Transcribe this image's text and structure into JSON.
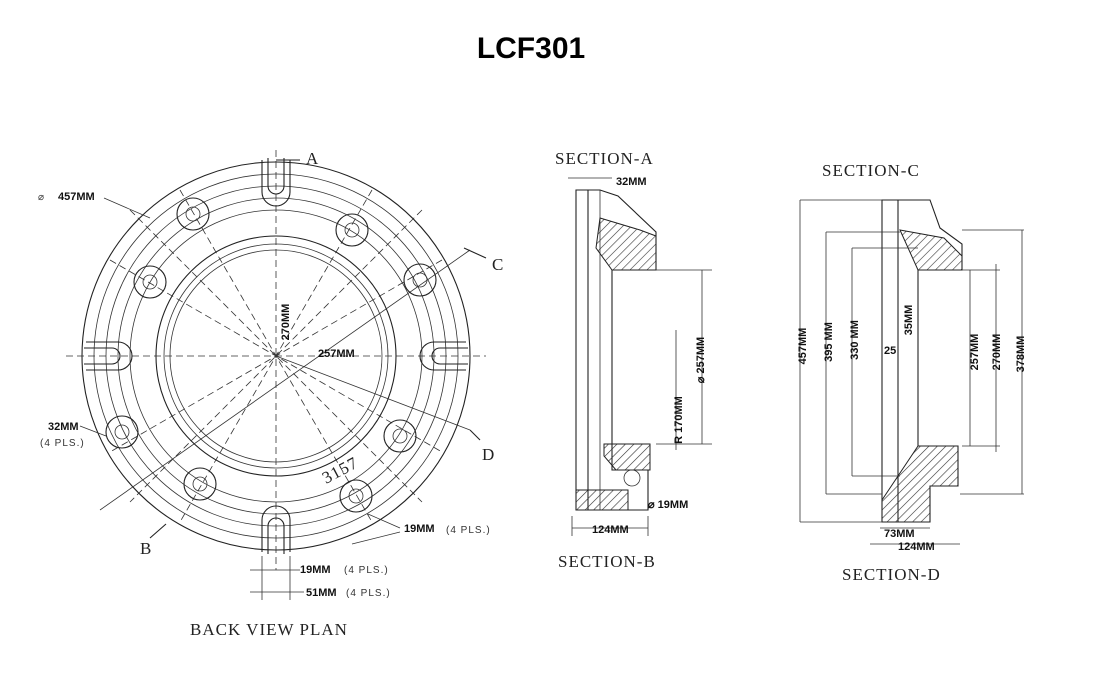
{
  "title": "LCF301",
  "views": {
    "back_view": {
      "caption": "BACK VIEW PLAN",
      "section_markers": [
        "A",
        "B",
        "C",
        "D"
      ],
      "labels": {
        "outer_dia_symbol": "⌀",
        "outer_dia": "457MM",
        "inner_dia_vertical": "270MM",
        "inner_dia": "257MM",
        "slot_width": "32MM",
        "slot_count": "(4 PLS.)",
        "hole_dia": "19MM",
        "hole_count": "(4 PLS.)",
        "slot_width_bottom": "19MM",
        "slot_width_bottom_count": "(4 PLS.)",
        "slot_length": "51MM",
        "slot_length_count": "(4 PLS.)",
        "stamp": "3157"
      }
    },
    "section_ab": {
      "caption_top": "SECTION-A",
      "caption_bottom": "SECTION-B",
      "labels": {
        "top_width": "32MM",
        "dia_257": "⌀ 257MM",
        "radius_170": "R 170MM",
        "hole_19": "⌀ 19MM",
        "width_124": "124MM"
      }
    },
    "section_cd": {
      "caption_top": "SECTION-C",
      "caption_bottom": "SECTION-D",
      "labels": {
        "d457": "457MM",
        "d395": "395 MM",
        "d330": "330 MM",
        "d35": "35MM",
        "d25": "25",
        "d257": "257MM",
        "d270": "270MM",
        "d378": "378MM",
        "w73": "73MM",
        "w124": "124MM"
      }
    }
  }
}
